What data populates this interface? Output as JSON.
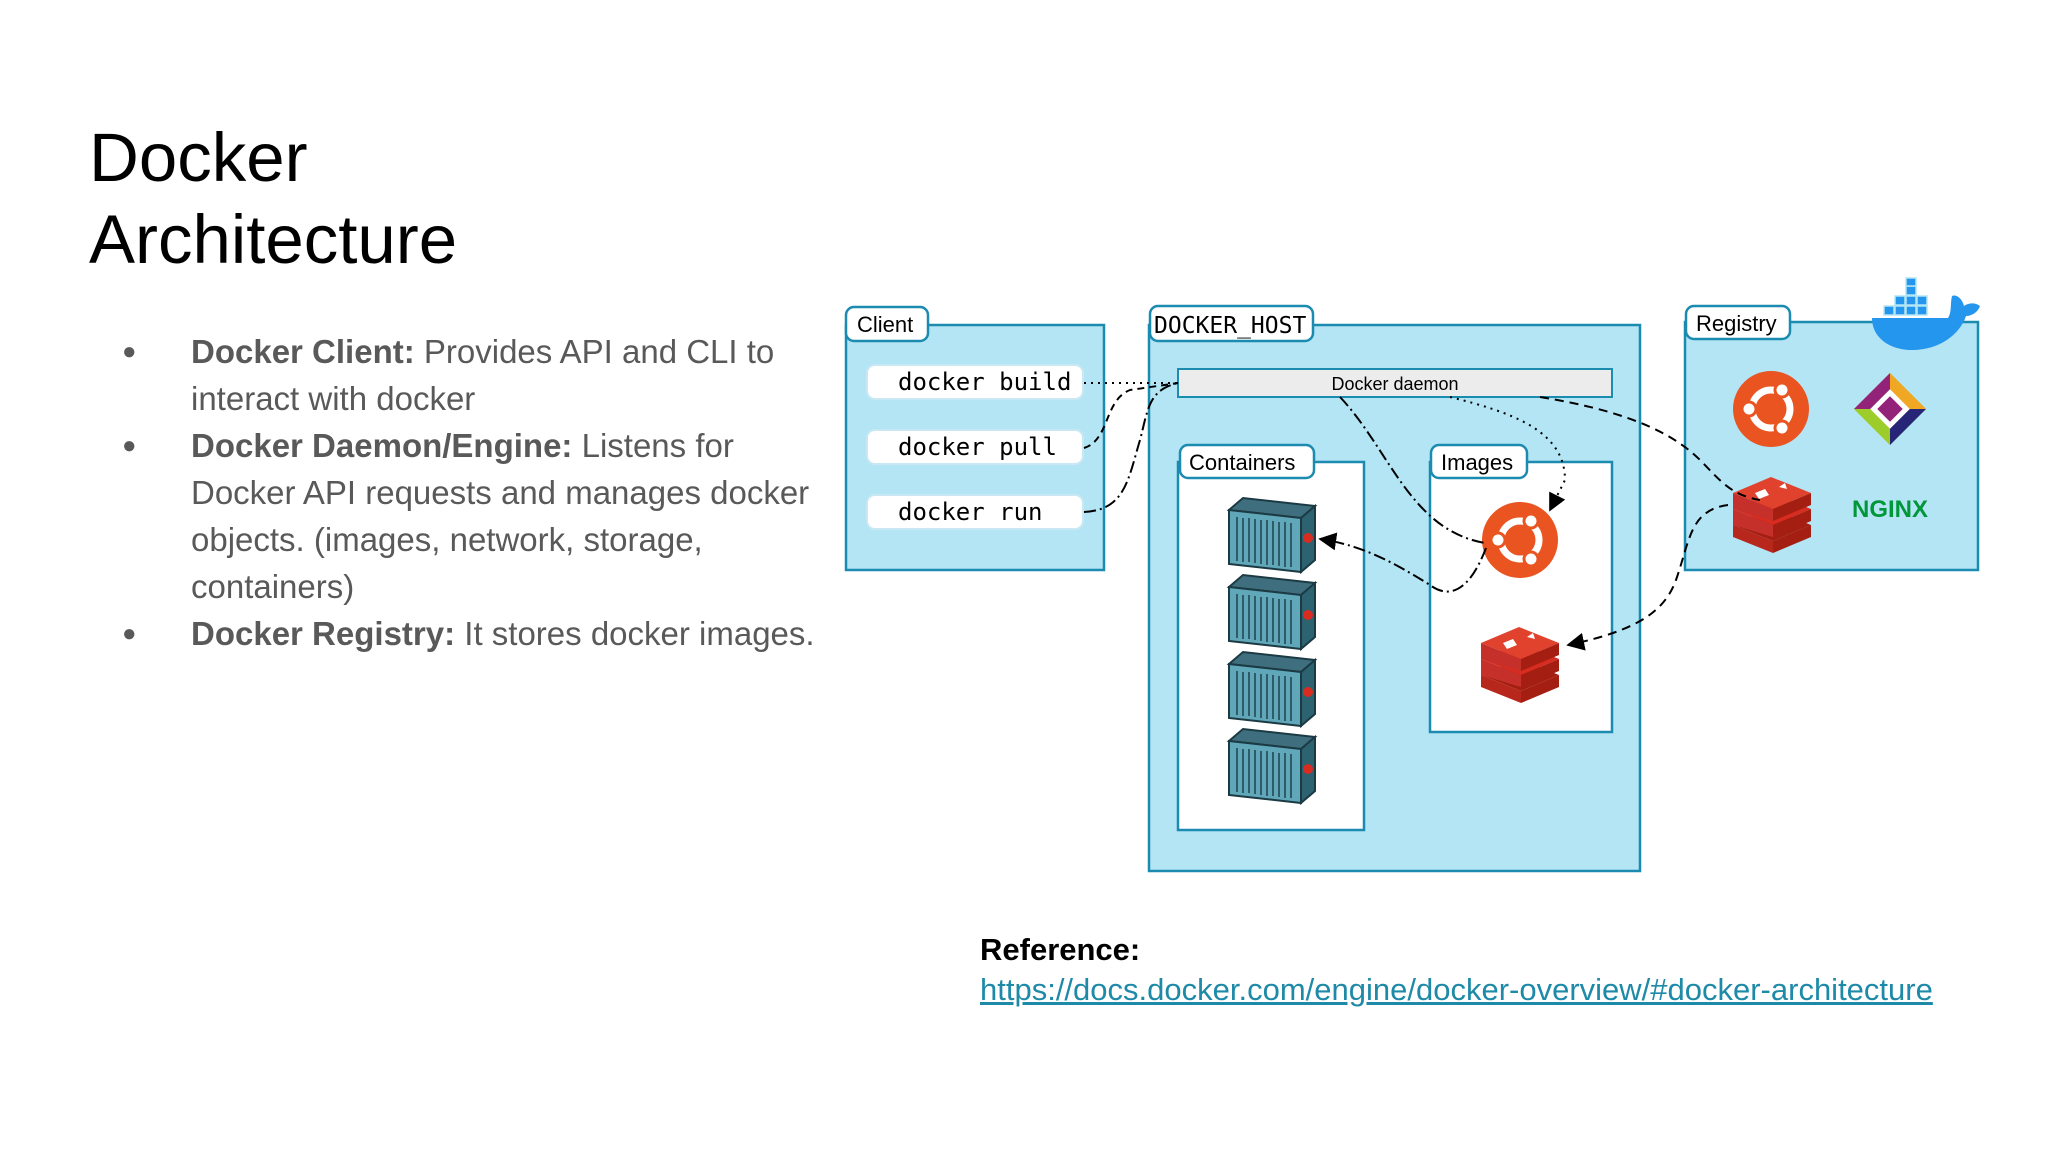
{
  "title": {
    "line1": "Docker",
    "line2": "Architecture"
  },
  "bullets": [
    {
      "term": "Docker Client:",
      "text": " Provides API and CLI to interact with docker"
    },
    {
      "term": "Docker Daemon/Engine:",
      "text": " Listens for Docker API requests and manages docker objects. (images, network, storage, containers)"
    },
    {
      "term": "Docker Registry:",
      "text": "  It stores docker images."
    }
  ],
  "reference": {
    "label": "Reference:",
    "url": "https://docs.docker.com/engine/docker-overview/#docker-architecture"
  },
  "diagram": {
    "client": {
      "label": "Client",
      "commands": [
        "docker build",
        "docker pull",
        "docker run"
      ]
    },
    "host": {
      "label": "DOCKER_HOST",
      "daemon": "Docker daemon",
      "containers_label": "Containers",
      "images_label": "Images"
    },
    "registry": {
      "label": "Registry",
      "nginx": "NGINX"
    },
    "colors": {
      "box_fill": "#b3e5f5",
      "box_stroke": "#1c8bb0",
      "ubuntu": "#e95420",
      "redis": "#d82c20",
      "nginx": "#009639",
      "docker_logo": "#2496ed",
      "container": "#5fa7b9"
    }
  }
}
